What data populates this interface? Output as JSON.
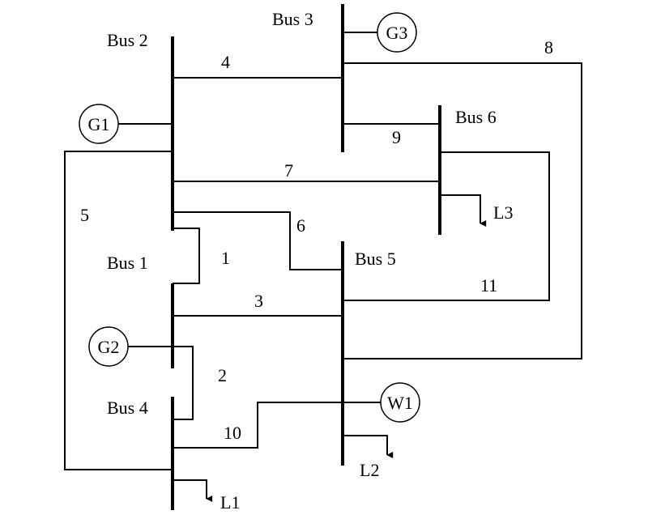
{
  "buses": [
    {
      "id": "bus1",
      "label": "Bus 1"
    },
    {
      "id": "bus2",
      "label": "Bus 2"
    },
    {
      "id": "bus3",
      "label": "Bus 3"
    },
    {
      "id": "bus4",
      "label": "Bus 4"
    },
    {
      "id": "bus5",
      "label": "Bus 5"
    },
    {
      "id": "bus6",
      "label": "Bus 6"
    }
  ],
  "generators": [
    {
      "id": "g1",
      "label": "G1"
    },
    {
      "id": "g2",
      "label": "G2"
    },
    {
      "id": "g3",
      "label": "G3"
    },
    {
      "id": "w1",
      "label": "W1"
    }
  ],
  "loads": [
    {
      "id": "l1",
      "label": "L1"
    },
    {
      "id": "l2",
      "label": "L2"
    },
    {
      "id": "l3",
      "label": "L3"
    }
  ],
  "lines": [
    {
      "id": "line1",
      "label": "1"
    },
    {
      "id": "line2",
      "label": "2"
    },
    {
      "id": "line3",
      "label": "3"
    },
    {
      "id": "line4",
      "label": "4"
    },
    {
      "id": "line5",
      "label": "5"
    },
    {
      "id": "line6",
      "label": "6"
    },
    {
      "id": "line7",
      "label": "7"
    },
    {
      "id": "line8",
      "label": "8"
    },
    {
      "id": "line9",
      "label": "9"
    },
    {
      "id": "line10",
      "label": "10"
    },
    {
      "id": "line11",
      "label": "11"
    }
  ]
}
